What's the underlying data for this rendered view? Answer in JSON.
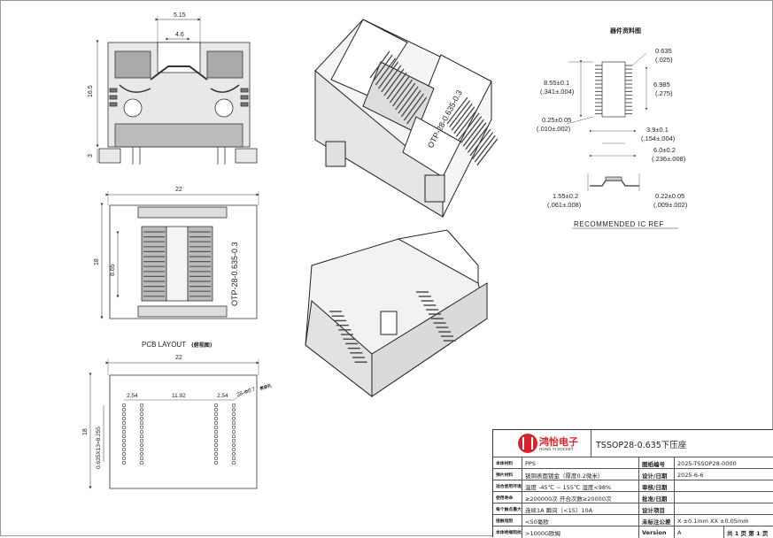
{
  "drawing": {
    "dims_side": {
      "w1": "5.15",
      "w2": "4.6",
      "h1": "16.5",
      "h2": "3"
    },
    "dims_top": {
      "w": "22",
      "h": "18",
      "inner": "8.65",
      "marking": "OTP-28-0.635-0.3"
    },
    "pcb_layout": {
      "title": "PCB LAYOUT",
      "title_note": "(俯视图)",
      "w": "22",
      "h": "18",
      "pitch_left": "2.54",
      "center": "11.92",
      "pitch_right": "2.54",
      "hole": "28-Φ0.7",
      "hole_suffix": "贯穿孔",
      "pin_row": "0.635X13=8.255"
    },
    "iso_marking": "OTP-28-0.635-0.3",
    "ic_ref": {
      "heading": "器件资料图",
      "d1": "0.635",
      "d1b": "(.025)",
      "d2": "8.55±0.1",
      "d2b": "(.341±.004)",
      "d3": "6.985",
      "d3b": "(.275)",
      "d4": "0.25±0.05",
      "d4b": "(.010±.002)",
      "d5": "3.9±0.1",
      "d5b": "(.154±.004)",
      "d6": "6.0±0.2",
      "d6b": "(.236±.008)",
      "d7": "1.55±0.2",
      "d7b": "(.061±.008)",
      "d8": "0.22±0.05",
      "d8b": "(.009±.002)",
      "caption": "RECOMMENDED IC REF"
    }
  },
  "title_block": {
    "logo_text": "鸿怡电子",
    "logo_sub": "HONG YI SOCKET",
    "product": "TSSOP28-0.635下压座",
    "rows": [
      {
        "label": "本体材料",
        "value": "PPS",
        "label2": "图纸编号",
        "value2": "2025-TSSOP28-0000"
      },
      {
        "label": "弹片材料",
        "value": "铍铜表面镀金（厚度0.2微米）",
        "label2": "设计/日期",
        "value2": "2025-6-6"
      },
      {
        "label": "适合使用环境",
        "value": "温度 -45℃ ~ 155℃   湿度<98%",
        "label2": "审核/日期",
        "value2": ""
      },
      {
        "label": "使用寿命",
        "value": "≥200000次   开合次数≥20000次",
        "label2": "批准/日期",
        "value2": ""
      },
      {
        "label": "每个触点最大可通过电流",
        "value": "连续1A   瞬间（<1S）10A",
        "label2": "设计项目",
        "value2": ""
      },
      {
        "label": "接触电阻",
        "value": "<50毫欧",
        "label2": "未标注公差",
        "value2": "X ±0.1mm   XX ±0.05mm"
      },
      {
        "label": "本体绝缘阻抗",
        "value": ">1000G欧姆",
        "label2": "Version",
        "value2": "A",
        "sheet": "共 1 页   第 1 页"
      }
    ]
  }
}
